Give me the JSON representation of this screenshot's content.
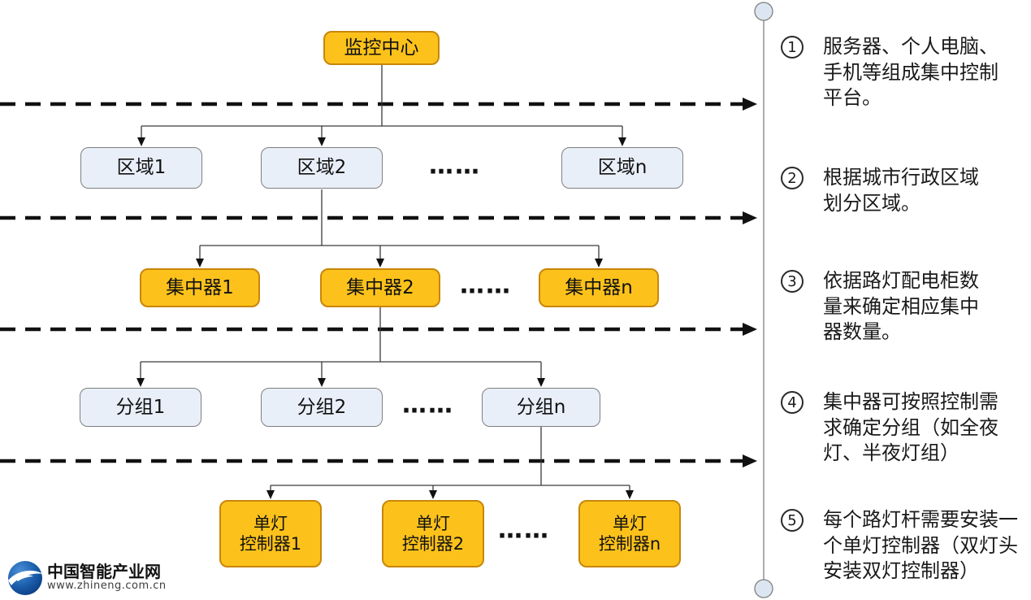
{
  "tree": {
    "root": {
      "label": "监控中心"
    },
    "ellipsis": "……",
    "levels": [
      {
        "items": [
          {
            "label": "区域1"
          },
          {
            "label": "区域2"
          },
          {
            "label": "区域n"
          }
        ]
      },
      {
        "items": [
          {
            "label": "集中器1"
          },
          {
            "label": "集中器2"
          },
          {
            "label": "集中器n"
          }
        ]
      },
      {
        "items": [
          {
            "label": "分组1"
          },
          {
            "label": "分组2"
          },
          {
            "label": "分组n"
          }
        ]
      },
      {
        "items": [
          {
            "label": "单灯\n控制器1"
          },
          {
            "label": "单灯\n控制器2"
          },
          {
            "label": "单灯\n控制器n"
          }
        ]
      }
    ]
  },
  "annotations": [
    {
      "number": "1",
      "text": "服务器、个人电脑、\n手机等组成集中控制\n平台。"
    },
    {
      "number": "2",
      "text": "根据城市行政区域\n划分区域。"
    },
    {
      "number": "3",
      "text": "依据路灯配电柜数\n量来确定相应集中\n器数量。"
    },
    {
      "number": "4",
      "text": "集中器可按照控制需\n求确定分组（如全夜\n灯、半夜灯组）"
    },
    {
      "number": "5",
      "text": "每个路灯杆需要安装一\n个单灯控制器（双灯头\n安装双灯控制器）"
    }
  ],
  "logo": {
    "title": "中国智能产业网",
    "url": "www.zhineng.com.cn"
  },
  "colors": {
    "node_orange": "#FCC21B",
    "node_orange_border": "#C8860A",
    "node_light": "#E9EFF9",
    "node_light_border": "#7F7F7F",
    "timeline_circle_fill": "#DCE6F2",
    "logo_blue": "#1B5FAD"
  }
}
